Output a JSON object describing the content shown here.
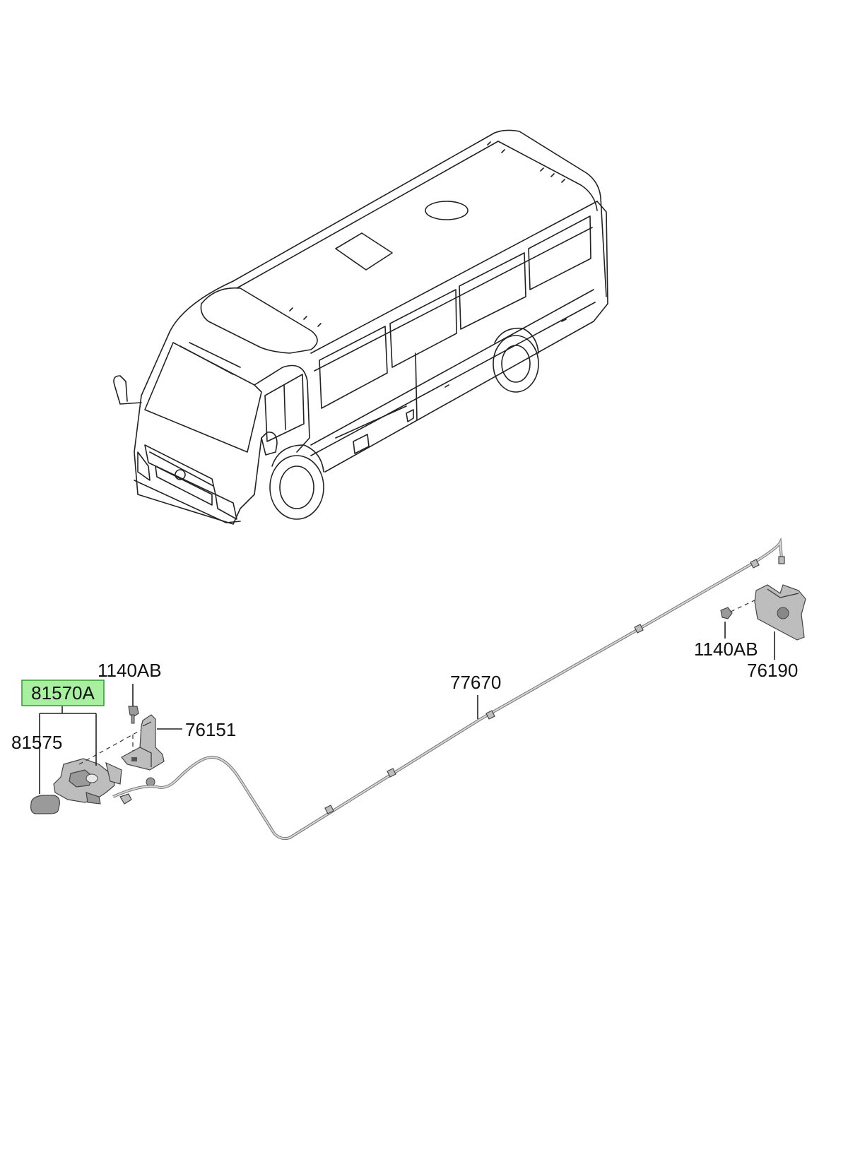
{
  "labels": {
    "p81570a": "81570A",
    "p81575": "81575",
    "p1140ab_left": "1140AB",
    "p76151": "76151",
    "p77670": "77670",
    "p1140ab_right": "1140AB",
    "p76190": "76190"
  },
  "colors": {
    "highlight_fill": "#a8f0a0",
    "highlight_stroke": "#2e9b2e",
    "part_fill": "#bdbdbd",
    "line": "#222222"
  }
}
